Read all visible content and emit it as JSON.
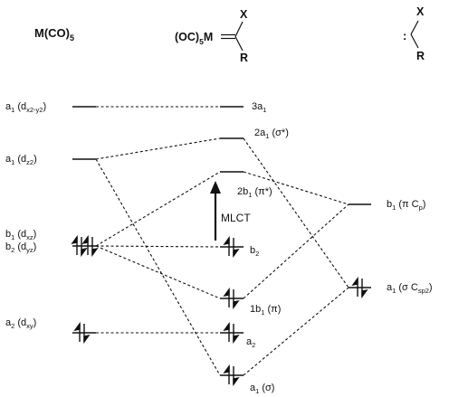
{
  "header": {
    "metal_fragment": {
      "main": "M(CO)",
      "sub": "5"
    },
    "complex": {
      "prefix": "(OC)",
      "sub": "5",
      "metal": "M",
      "substituent_x": "X",
      "substituent_r": "R"
    },
    "carbene": {
      "lone_pair": ":",
      "substituent_x": "X",
      "substituent_r": "R"
    }
  },
  "left_levels": [
    {
      "id": "a1-dx2y2",
      "label": "a",
      "label_sub": "1",
      "orbital": "(d",
      "orbital_sub": "x2-y2",
      "orbital_end": ")",
      "electrons": 0
    },
    {
      "id": "a1-dz2",
      "label": "a",
      "label_sub": "1",
      "orbital": "(d",
      "orbital_sub": "z2",
      "orbital_end": ")",
      "electrons": 0
    },
    {
      "id": "b1-dxz",
      "label": "b",
      "label_sub": "1",
      "orbital": "(d",
      "orbital_sub": "xz",
      "orbital_end": ")",
      "electrons": 2
    },
    {
      "id": "b2-dyz",
      "label": "b",
      "label_sub": "2",
      "orbital": "(d",
      "orbital_sub": "yz",
      "orbital_end": ")",
      "electrons": 2
    },
    {
      "id": "a2-dxy",
      "label": "a",
      "label_sub": "2",
      "orbital": "(d",
      "orbital_sub": "xy",
      "orbital_end": ")",
      "electrons": 2
    }
  ],
  "middle_levels": [
    {
      "id": "3a1",
      "label": "3a",
      "label_sub": "1",
      "suffix": "",
      "electrons": 0
    },
    {
      "id": "2a1",
      "label": "2a",
      "label_sub": "1",
      "suffix": " (σ*)",
      "electrons": 0
    },
    {
      "id": "2b1",
      "label": "2b",
      "label_sub": "1",
      "suffix": " (π*)",
      "electrons": 0
    },
    {
      "id": "b2",
      "label": "b",
      "label_sub": "2",
      "suffix": "",
      "electrons": 2
    },
    {
      "id": "1b1",
      "label": "1b",
      "label_sub": "1",
      "suffix": " (π)",
      "electrons": 2
    },
    {
      "id": "a2",
      "label": "a",
      "label_sub": "2",
      "suffix": "",
      "electrons": 2
    },
    {
      "id": "a1",
      "label": "a",
      "label_sub": "1",
      "suffix": " (σ)",
      "electrons": 2
    }
  ],
  "right_levels": [
    {
      "id": "b1-pi-cp",
      "label": "b",
      "label_sub": "1",
      "orbital": " (π C",
      "orbital_sub": "p",
      "orbital_end": ")",
      "electrons": 0
    },
    {
      "id": "a1-sigma-csp2",
      "label": "a",
      "label_sub": "1",
      "orbital": " (σ C",
      "orbital_sub": "sp2",
      "orbital_end": ")",
      "electrons": 2
    }
  ],
  "transition": {
    "label": "MLCT",
    "from": "b2",
    "to": "2b1"
  }
}
